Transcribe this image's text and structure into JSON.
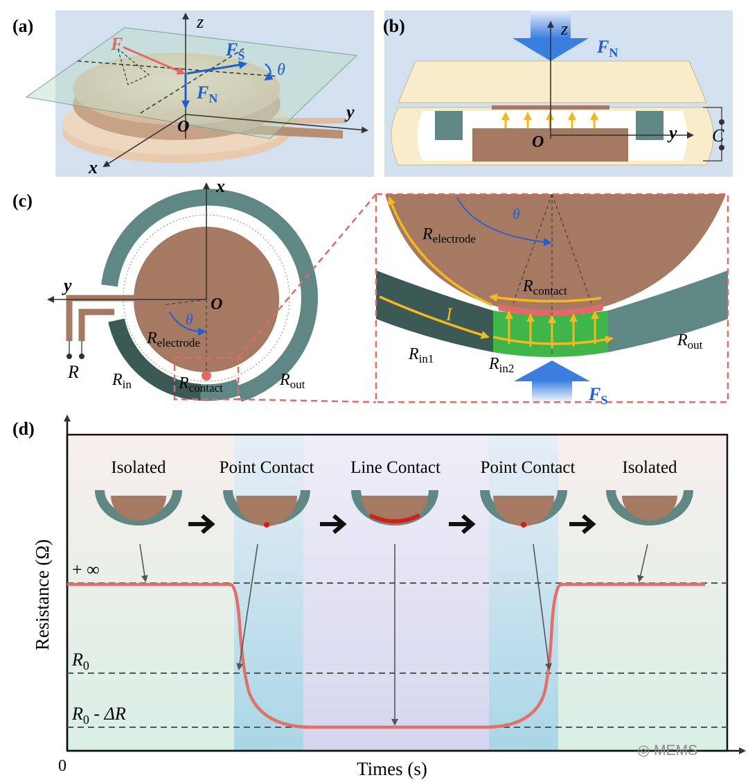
{
  "panels": {
    "a": {
      "label": "(a)",
      "axis_z": "z",
      "axis_y": "y",
      "axis_x": "x",
      "origin": "O",
      "force_F": "F",
      "force_FS_main": "F",
      "force_FS_sub": "S",
      "force_FN_main": "F",
      "force_FN_sub": "N",
      "angle": "θ"
    },
    "b": {
      "label": "(b)",
      "axis_z": "z",
      "axis_y": "y",
      "origin": "O",
      "force_FN_main": "F",
      "force_FN_sub": "N",
      "capacitance": "C"
    },
    "c": {
      "label": "(c)",
      "axis_x": "x",
      "axis_y": "y",
      "origin": "O",
      "angle": "θ",
      "angle_zoom": "θ",
      "r_label": "R",
      "r_electrode_main": "R",
      "r_electrode_sub": "electrode",
      "r_in_main": "R",
      "r_in_sub": "in",
      "r_contact_main": "R",
      "r_contact_sub": "contact",
      "r_out_main": "R",
      "r_out_sub": "out",
      "zoom": {
        "r_electrode_main": "R",
        "r_electrode_sub": "electrode",
        "r_contact_main": "R",
        "r_contact_sub": "contact",
        "current": "I",
        "r_in1_main": "R",
        "r_in1_sub": "in1",
        "r_in2_main": "R",
        "r_in2_sub": "in2",
        "r_out_main": "R",
        "r_out_sub": "out",
        "fs_main": "F",
        "fs_sub": "S"
      }
    },
    "d": {
      "label": "(d)",
      "y_axis_label": "Resistance (Ω)",
      "x_axis_label": "Times (s)",
      "origin_label": "0",
      "stages": [
        "Isolated",
        "Point Contact",
        "Line Contact",
        "Point Contact",
        "Isolated"
      ],
      "level_inf": "+ ∞",
      "level_r0_main": "R",
      "level_r0_sub": "0",
      "level_r0_minus": " - ",
      "level_delta": "Δ",
      "level_r": "R"
    }
  },
  "watermark": "MEMS",
  "colors": {
    "bg_blue": "#d3e0ef",
    "electrode_brown": "#a67a62",
    "ring_teal": "#5f8784",
    "ring_dark": "#3c5a55",
    "force_blue": "#1f5fd6",
    "force_red": "#e06a66",
    "arrow_yellow": "#f5b821",
    "contact_green": "#3fb54a",
    "curve_red": "#e2706a",
    "cream": "#f8eccb"
  }
}
